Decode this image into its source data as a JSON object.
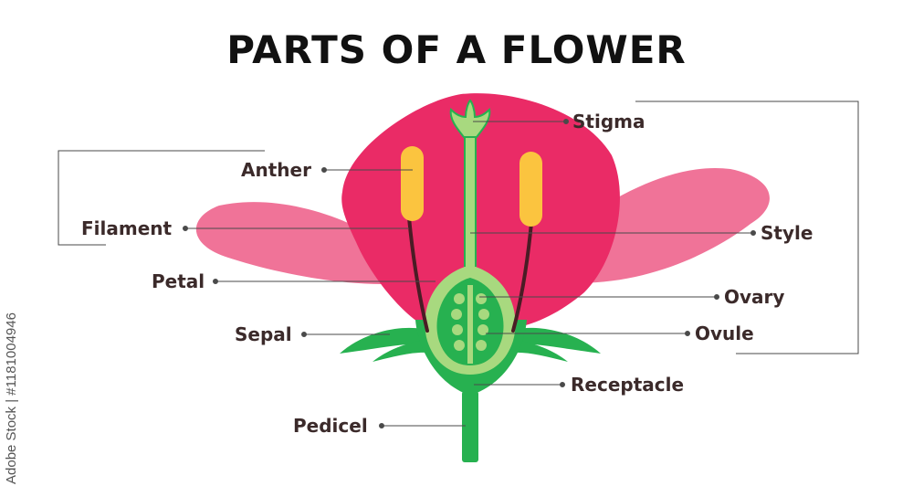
{
  "title": "PARTS OF A FLOWER",
  "labels": {
    "stigma": "Stigma",
    "anther": "Anther",
    "filament": "Filament",
    "style": "Style",
    "petal": "Petal",
    "ovary": "Ovary",
    "sepal": "Sepal",
    "ovule": "Ovule",
    "receptacle": "Receptacle",
    "pedicel": "Pedicel"
  },
  "watermark_side": "Adobe Stock | #1181004946",
  "colors": {
    "petal_dark": "#ea2b66",
    "petal_light": "#f07398",
    "green_dark": "#27b150",
    "green_light": "#a8d97f",
    "anther": "#fbc43f",
    "filament": "#4a1c25",
    "label_text": "#3b2a2a",
    "line": "#4a4a4a"
  }
}
